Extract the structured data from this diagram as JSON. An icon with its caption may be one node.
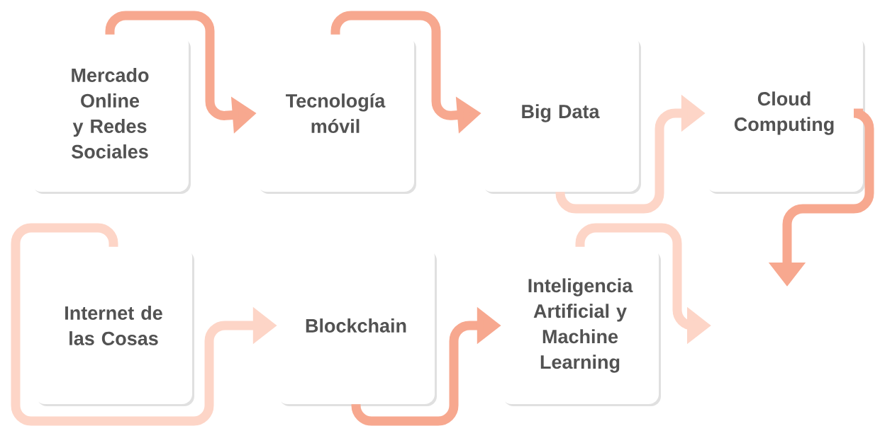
{
  "diagram": {
    "nodes": [
      {
        "text": [
          "Mercado Online y Redes Sociales"
        ]
      },
      {
        "text": [
          "Tecnología móvil"
        ]
      },
      {
        "text": [
          "Big Data"
        ]
      },
      {
        "text": [
          "Cloud Computing"
        ]
      },
      {
        "text": [
          "Internet de las Cosas"
        ]
      },
      {
        "text": [
          "Blockchain"
        ]
      },
      {
        "text": [
          "Inteligencia Artificial y Machine Learning"
        ]
      }
    ],
    "edges": [
      {
        "from": 0,
        "to": 1,
        "arrow": "to"
      },
      {
        "from": 1,
        "to": 2,
        "arrow": "to"
      },
      {
        "from": 2,
        "to": 3,
        "arrow": "to",
        "color": "#fdd5c7"
      },
      {
        "from": 3,
        "to": null,
        "arrow": "to"
      },
      {
        "from": 4,
        "to": 5,
        "arrow": "to",
        "color": "#fdd5c7"
      },
      {
        "from": 5,
        "to": 6,
        "arrow": "to"
      },
      {
        "from": 6,
        "to": null,
        "arrow": "to",
        "color": "#fdd5c7"
      }
    ]
  }
}
